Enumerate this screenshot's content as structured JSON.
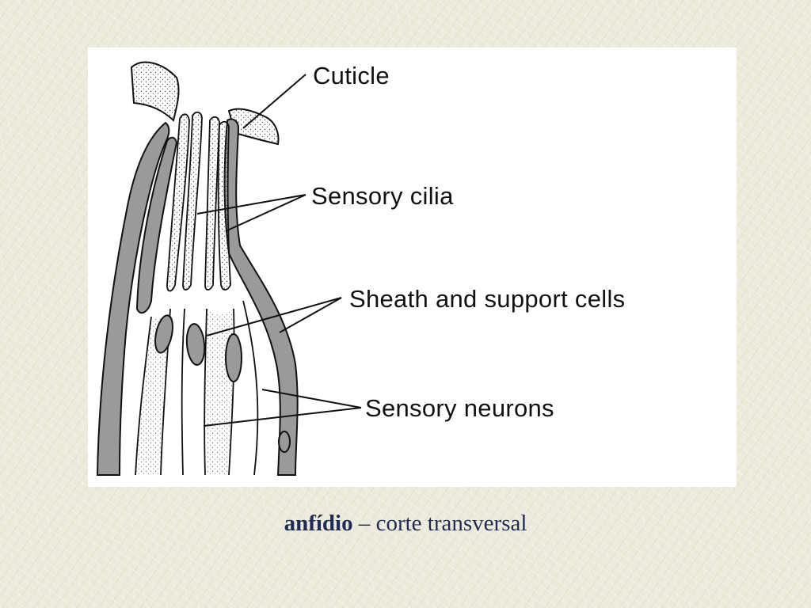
{
  "diagram": {
    "labels": {
      "cuticle": "Cuticle",
      "sensory_cilia": "Sensory cilia",
      "sheath_support": "Sheath and support cells",
      "sensory_neurons": "Sensory neurons"
    }
  },
  "caption": {
    "bold": "anfídio",
    "rest": " – corte transversal"
  },
  "colors": {
    "ink": "#111111",
    "shaded_cell": "#9a9a9a",
    "caption_text": "#1f2a55",
    "background": "#ecebdb"
  }
}
